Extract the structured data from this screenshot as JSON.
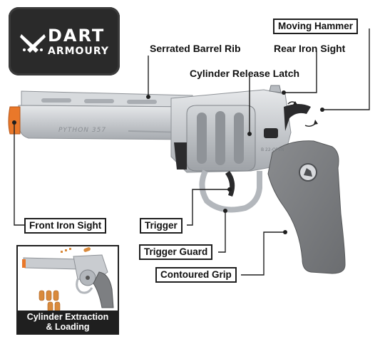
{
  "brand": {
    "line1": "DART",
    "line2": "ARMOURY"
  },
  "gun_engraving": "PYTHON 357",
  "frame_engraving": "B 22-OPEN",
  "labels": {
    "moving_hammer": "Moving Hammer",
    "serrated_barrel_rib": "Serrated Barrel Rib",
    "rear_iron_sight": "Rear Iron Sight",
    "cylinder_release_latch": "Cylinder Release Latch",
    "front_iron_sight": "Front Iron Sight",
    "trigger": "Trigger",
    "trigger_guard": "Trigger Guard",
    "contoured_grip": "Contoured Grip"
  },
  "inset": {
    "line1": "Cylinder Extraction",
    "line2": "& Loading"
  },
  "colors": {
    "line": "#1f1f1f",
    "silver": "#c9ccd0",
    "grip": "#7d7f82",
    "orange_tip": "#e9782a",
    "brass": "#d98a3c",
    "dark": "#2a2a2a"
  }
}
